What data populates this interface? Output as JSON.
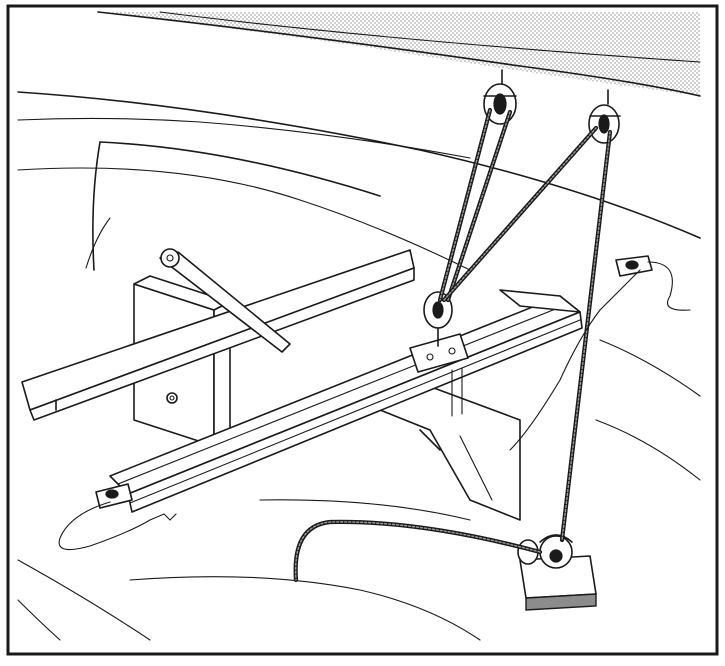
{
  "illustration": {
    "style": "line drawing",
    "colors": {
      "ink": "#1a1a1a",
      "paper": "#ffffff",
      "boom": "#d9d9d9",
      "shade": "#8c8c8c"
    },
    "parts": [
      "frame",
      "boom",
      "hull-deck",
      "cockpit-coaming",
      "centreboard-case",
      "thwart",
      "traveller-track",
      "upper-blocks",
      "lower-block",
      "port-cleat",
      "starboard-cleat",
      "swivel-block",
      "mainsheet-rope",
      "rudder-pin"
    ]
  }
}
